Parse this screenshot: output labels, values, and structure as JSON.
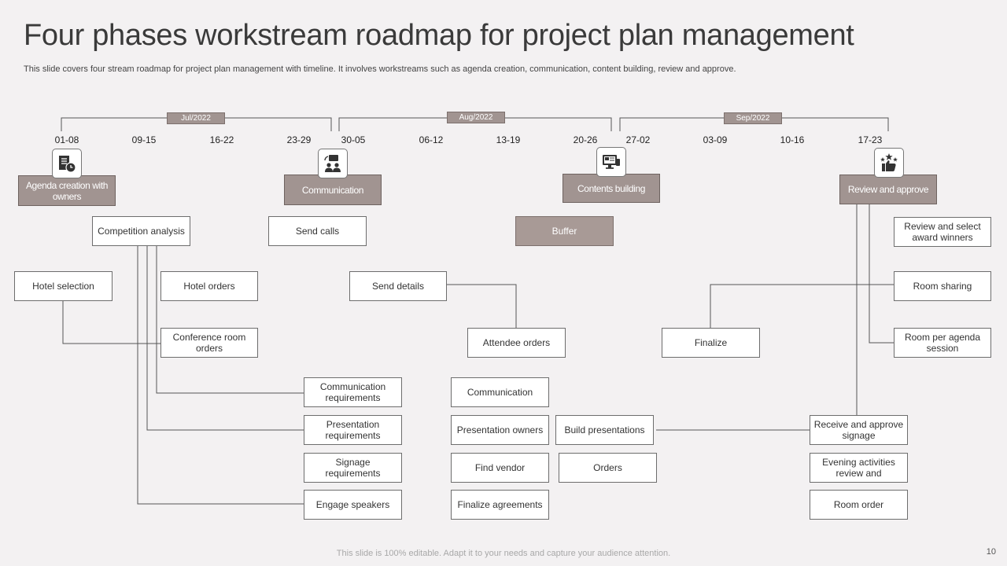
{
  "title": "Four phases workstream roadmap for project plan management",
  "subtitle": "This slide covers four stream roadmap for project plan management with timeline. It involves workstreams such as agenda creation, communication, content building, review and approve.",
  "footer": "This slide is 100% editable. Adapt it to your needs and capture your audience attention.",
  "page_number": "10",
  "months": [
    "Jul/2022",
    "Aug/2022",
    "Sep/2022"
  ],
  "weeks": [
    "01-08",
    "09-15",
    "16-22",
    "23-29",
    "30-05",
    "06-12",
    "13-19",
    "20-26",
    "27-02",
    "03-09",
    "10-16",
    "17-23"
  ],
  "phases": [
    {
      "label": "Agenda creation with owners",
      "icon": "book-clock-icon"
    },
    {
      "label": "Communication",
      "icon": "meeting-people-icon"
    },
    {
      "label": "Contents building",
      "icon": "monitor-content-icon"
    },
    {
      "label": "Review and approve",
      "icon": "thumbs-up-stars-icon"
    }
  ],
  "tasks": {
    "competition_analysis": "Competition analysis",
    "hotel_selection": "Hotel selection",
    "hotel_orders": "Hotel orders",
    "conference_room_orders": "Conference room orders",
    "communication_requirements": "Communication requirements",
    "presentation_requirements": "Presentation requirements",
    "signage_requirements": "Signage requirements",
    "engage_speakers": "Engage speakers",
    "send_calls": "Send calls",
    "send_details": "Send details",
    "attendee_orders": "Attendee orders",
    "communication": "Communication",
    "presentation_owners": "Presentation owners",
    "find_vendor": "Find vendor",
    "finalize_agreements": "Finalize agreements",
    "buffer": "Buffer",
    "build_presentations": "Build presentations",
    "orders": "Orders",
    "finalize": "Finalize",
    "review_select_award_winners": "Review and select award winners",
    "room_sharing": "Room sharing",
    "room_per_agenda_session": "Room per agenda session",
    "receive_approve_signage": "Receive and approve signage",
    "evening_activities_review": "Evening activities review and",
    "room_order": "Room order"
  }
}
